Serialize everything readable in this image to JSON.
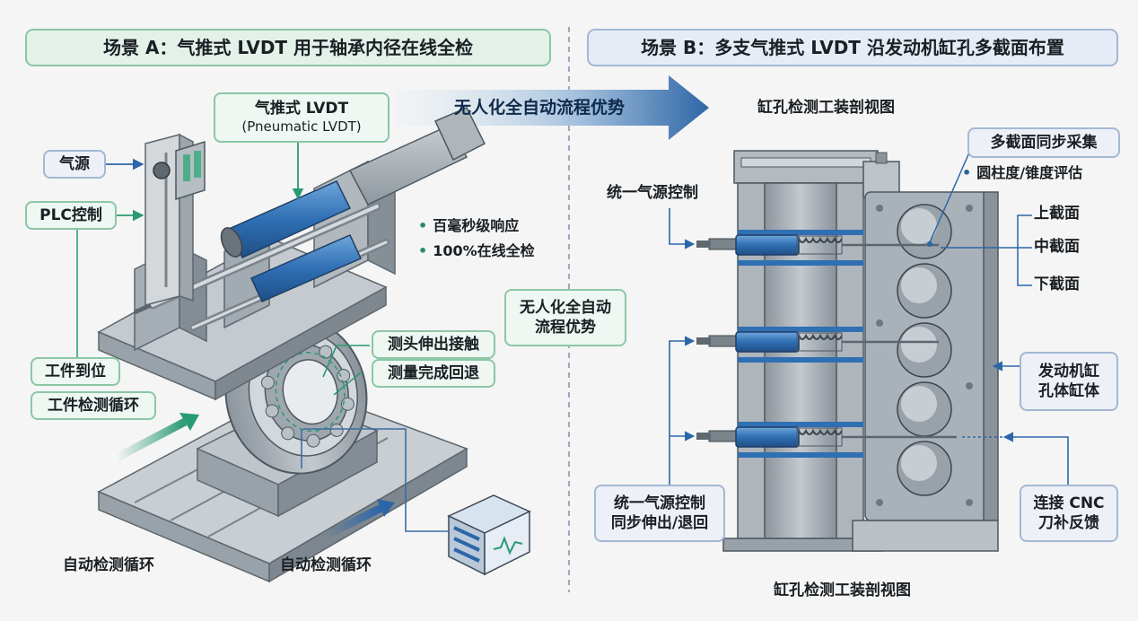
{
  "scene_a": {
    "header": "场景 A：气推式 LVDT 用于轴承内径在线全检",
    "lvdt_label": "气推式 LVDT",
    "lvdt_label_en": "(Pneumatic LVDT)",
    "air_source": "气源",
    "plc_control": "PLC控制",
    "bullet_1": "百毫秒级响应",
    "bullet_2": "100%在线全检",
    "probe_extend": "测头伸出接触",
    "measure_retract": "测量完成回退",
    "workpiece_in_place": "工件到位",
    "workpiece_cycle": "工件检测循环",
    "auto_cycle_left": "自动检测循环",
    "auto_cycle_right": "自动检测循环"
  },
  "center": {
    "arrow_text": "无人化全自动流程优势",
    "box_text": "无人化全自动流程优势"
  },
  "scene_b": {
    "header": "场景 B：多支气推式 LVDT 沿发动机缸孔多截面布置",
    "section_title": "缸孔检测工装剖视图",
    "bottom_title": "缸孔检测工装剖视图",
    "multi_section": "多截面同步采集",
    "cylindricity": "圆柱度/锥度评估",
    "unified_air": "统一气源控制",
    "unified_air_2": "统一气源控制",
    "sync_extend": "同步伸出/退回",
    "upper": "上截面",
    "middle": "中截面",
    "lower": "下截面",
    "engine_block": "发动机缸",
    "engine_block_2": "孔体缸体",
    "cnc_link": "连接 CNC",
    "cnc_feedback": "刀补反馈"
  },
  "colors": {
    "green_accent": "#2a9a72",
    "blue_accent": "#2c66a8",
    "metal": "#9aa3ab",
    "lvdt_blue": "#3f7fc0"
  },
  "icons": [
    "arrow-right-icon",
    "controller-unit-icon",
    "bearing-icon",
    "engine-block-icon"
  ]
}
